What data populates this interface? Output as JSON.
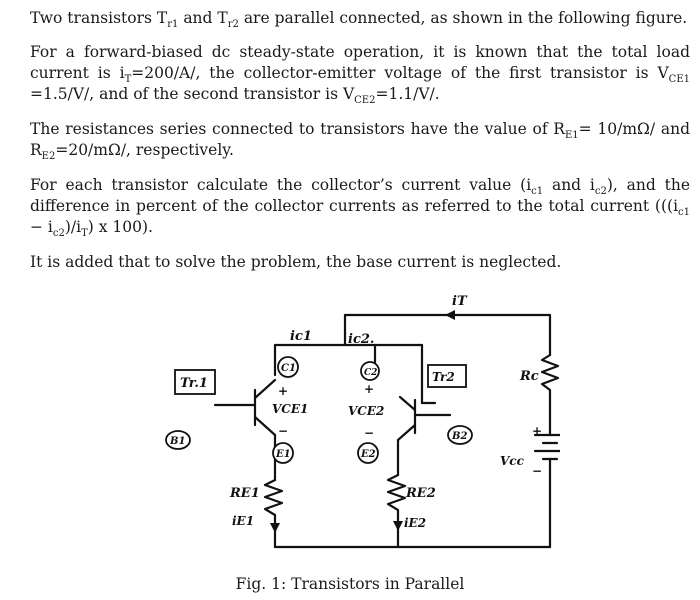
{
  "doc": {
    "p1": {
      "a": "Two transistors T",
      "sub1": "r1",
      "b": " and T",
      "sub2": "r2",
      "c": " are parallel connected, as shown in the following figure."
    },
    "p2": {
      "a": "For a forward-biased dc steady-state operation, it is known that the total load current is i",
      "sub1": "T",
      "b": "=200/A/, the collector-emitter voltage of the first transistor is V",
      "sub2": "CE1",
      "c": " =1.5/V/, and of the second transistor is V",
      "sub3": "CE2",
      "d": "=1.1/V/."
    },
    "p3": {
      "a": "The resistances series connected to transistors have the value of R",
      "sub1": "E1",
      "b": "= 10/mΩ/ and R",
      "sub2": "E2",
      "c": "=20/mΩ/, respectively."
    },
    "p4": {
      "a": "For each transistor calculate the collector’s current value (i",
      "sub1": "c1",
      "b": " and i",
      "sub2": "c2",
      "c": "), and the difference in percent of the collector currents as referred to the total current (((i",
      "sub3": "c1",
      "d": " − i",
      "sub4": "c2",
      "e": ")/i",
      "sub5": "T",
      "f": ") x 100)."
    },
    "p5": "It is added that to solve the problem, the base current is neglected."
  },
  "figure": {
    "labels": {
      "iT": "iT",
      "ic1": "ic1",
      "ic2": "ic2.",
      "tr1": "Tr.1",
      "tr2": "Tr2",
      "c1": "C1",
      "c2": "C2",
      "b1": "B1",
      "b2": "B2",
      "e1": "E1",
      "e2": "E2",
      "vce1": "VCE1",
      "vce2": "VCE2",
      "re1": "RE1",
      "re2": "RE2",
      "ie1": "iE1",
      "ie2": "iE2",
      "rc": "Rc",
      "vcc": "Vcc",
      "plus": "+",
      "minus": "−"
    },
    "caption": "Fig. 1: Transistors in Parallel"
  }
}
